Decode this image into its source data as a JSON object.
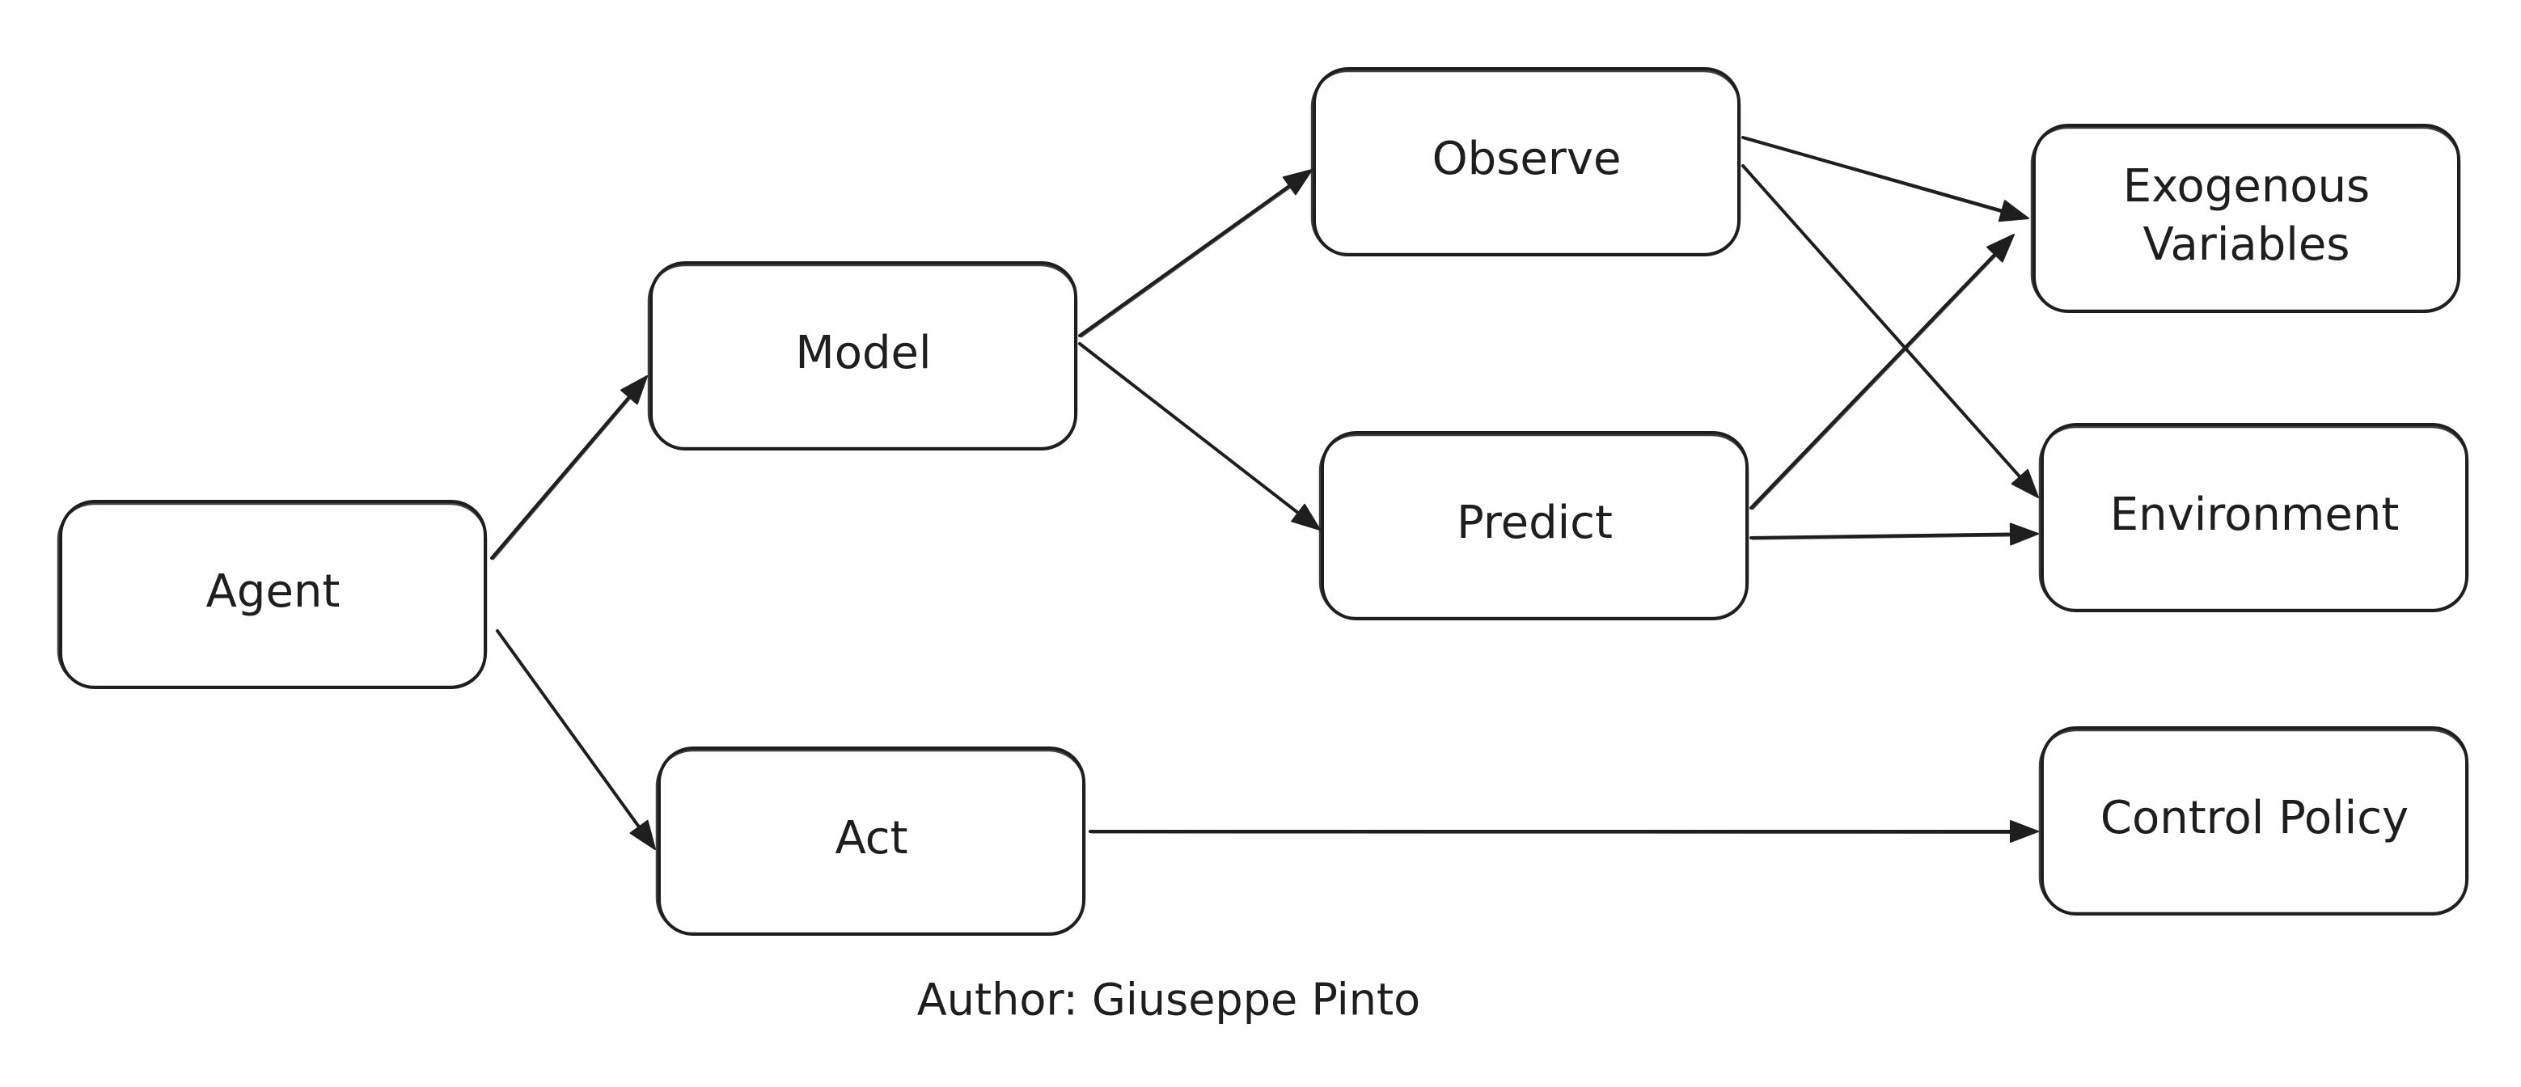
{
  "nodes": [
    {
      "id": "agent",
      "label": "Agent"
    },
    {
      "id": "model",
      "label": "Model"
    },
    {
      "id": "act",
      "label": "Act"
    },
    {
      "id": "observe",
      "label": "Observe"
    },
    {
      "id": "predict",
      "label": "Predict"
    },
    {
      "id": "exogenous",
      "label": "Exogenous\nVariables"
    },
    {
      "id": "environment",
      "label": "Environment"
    },
    {
      "id": "control",
      "label": "Control Policy"
    }
  ],
  "edges": [
    {
      "from": "agent",
      "to": "model"
    },
    {
      "from": "agent",
      "to": "act"
    },
    {
      "from": "model",
      "to": "observe"
    },
    {
      "from": "model",
      "to": "predict"
    },
    {
      "from": "observe",
      "to": "exogenous"
    },
    {
      "from": "observe",
      "to": "environment"
    },
    {
      "from": "predict",
      "to": "exogenous"
    },
    {
      "from": "predict",
      "to": "environment"
    },
    {
      "from": "act",
      "to": "control"
    }
  ],
  "footer": {
    "author": "Author: Giuseppe Pinto"
  },
  "style": {
    "stroke_color": "#1e1e1e",
    "background": "#ffffff"
  }
}
